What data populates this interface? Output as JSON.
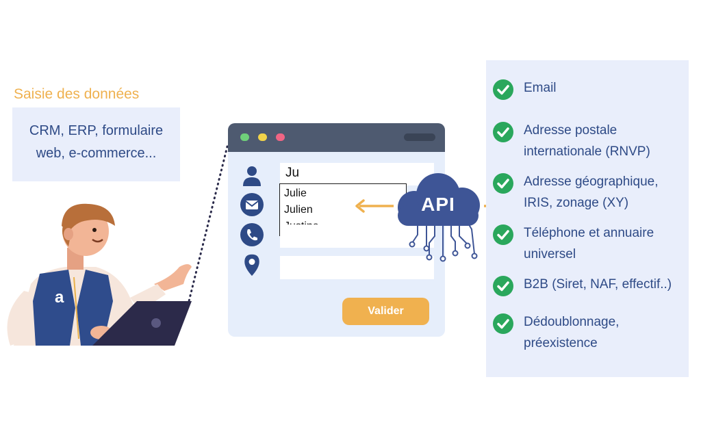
{
  "left": {
    "title": "Saisie des données",
    "sources_line1": "CRM, ERP, formulaire",
    "sources_line2": "web, e-commerce..."
  },
  "form": {
    "input_value": "Ju",
    "suggestions": [
      "Julie",
      "Julien",
      "Justine"
    ],
    "submit_label": "Valider"
  },
  "api": {
    "label": "API"
  },
  "services": [
    {
      "line1": "Email",
      "line2": ""
    },
    {
      "line1": "Adresse postale",
      "line2": "internationale (RNVP)"
    },
    {
      "line1": "Adresse géographique,",
      "line2": "IRIS, zonage (XY)"
    },
    {
      "line1": "Téléphone et annuaire",
      "line2": "universel"
    },
    {
      "line1": "B2B (Siret, NAF, effectif..)",
      "line2": ""
    },
    {
      "line1": "Dédoublonnage,",
      "line2": "préexistence"
    }
  ],
  "colors": {
    "navy": "#2e4a86",
    "orange": "#efb14f",
    "panel": "#e9eefb",
    "green": "#2aa75c",
    "window_bar": "#4e5a70"
  },
  "icons": [
    "user-icon",
    "email-icon",
    "phone-icon",
    "location-pin-icon",
    "check-icon",
    "cloud-api-icon"
  ]
}
